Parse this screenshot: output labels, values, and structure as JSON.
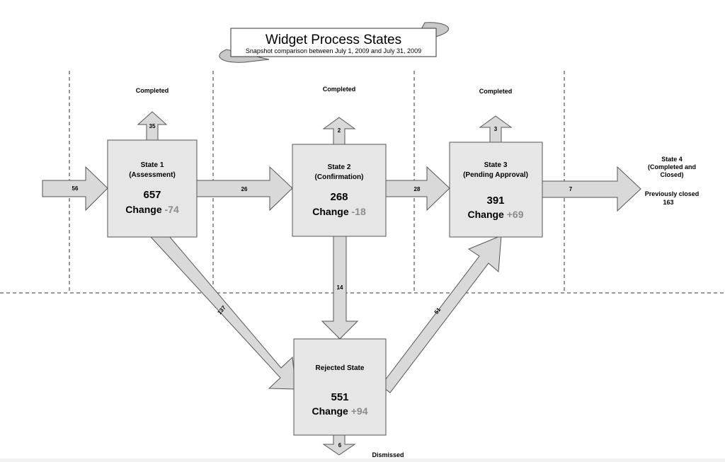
{
  "title": {
    "main": "Widget Process States",
    "subtitle": "Snapshot comparison between July 1, 2009 and July 31, 2009"
  },
  "completed_labels": [
    "Completed",
    "Completed",
    "Completed"
  ],
  "states": [
    {
      "name": "State 1",
      "sub": "(Assessment)",
      "count": "657",
      "change_label": "Change",
      "change_value": "-74"
    },
    {
      "name": "State 2",
      "sub": "(Confirmation)",
      "count": "268",
      "change_label": "Change",
      "change_value": "-18"
    },
    {
      "name": "State 3",
      "sub": "(Pending Approval)",
      "count": "391",
      "change_label": "Change",
      "change_value": "+69"
    }
  ],
  "rejected": {
    "name": "Rejected State",
    "count": "551",
    "change_label": "Change",
    "change_value": "+94"
  },
  "state4": {
    "lines": [
      "State 4",
      "(Completed and",
      "Closed)"
    ],
    "prev_line1": "Previously closed",
    "prev_line2": "163"
  },
  "flows": {
    "inflow": "56",
    "s1_s2": "26",
    "s2_s3": "28",
    "s3_s4": "7",
    "s1_completed": "35",
    "s2_completed": "2",
    "s3_completed": "3",
    "s1_rejected": "137",
    "s2_rejected": "14",
    "rejected_s3": "51",
    "dismissed": "6"
  },
  "dismissed_label": "Dismissed",
  "colors": {
    "box_fill": "#e6e6e6",
    "arrow_fill": "#d9d9d9",
    "stroke": "#555555",
    "change_gray": "#8c8c8c"
  }
}
